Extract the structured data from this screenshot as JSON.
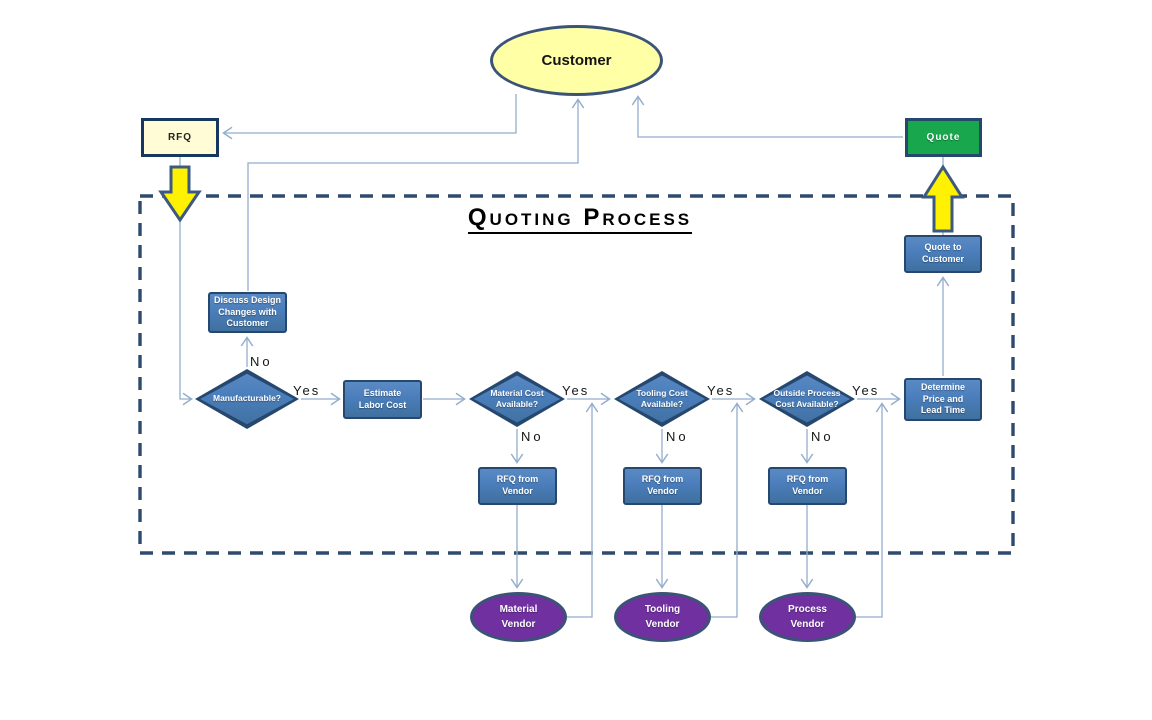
{
  "title": "Quoting Process",
  "branch_labels": {
    "yes": "Yes",
    "no": "No"
  },
  "nodes": {
    "customer": "Customer",
    "rfq": "RFQ",
    "quote": "Quote",
    "quote_to_customer": "Quote to Customer",
    "discuss_design": "Discuss Design Changes with Customer",
    "manufacturable": "Manufacturable?",
    "estimate_labor": "Estimate Labor Cost",
    "material_cost": "Material Cost Available?",
    "tooling_cost": "Tooling Cost Available?",
    "outside_process_cost": "Outside Process Cost Available?",
    "determine_price": "Determine Price and Lead Time",
    "rfq_from_vendor": "RFQ from Vendor",
    "material_vendor": "Material Vendor",
    "tooling_vendor": "Tooling Vendor",
    "process_vendor": "Process Vendor"
  },
  "colors": {
    "connector": "#94aecd",
    "dark_border": "#2e4a6e",
    "shape_blue_border": "#26486f",
    "terminal_border": "#16375f",
    "ellipse_border": "#3c5378",
    "customer_yellow": "#ffffa6",
    "rfq_yellow": "#fffcd6",
    "quote_green": "#19a74e",
    "vendor_purple": "#7030a0",
    "arrow_yellow": "#fef102",
    "arrow_border": "#3c5a80"
  }
}
